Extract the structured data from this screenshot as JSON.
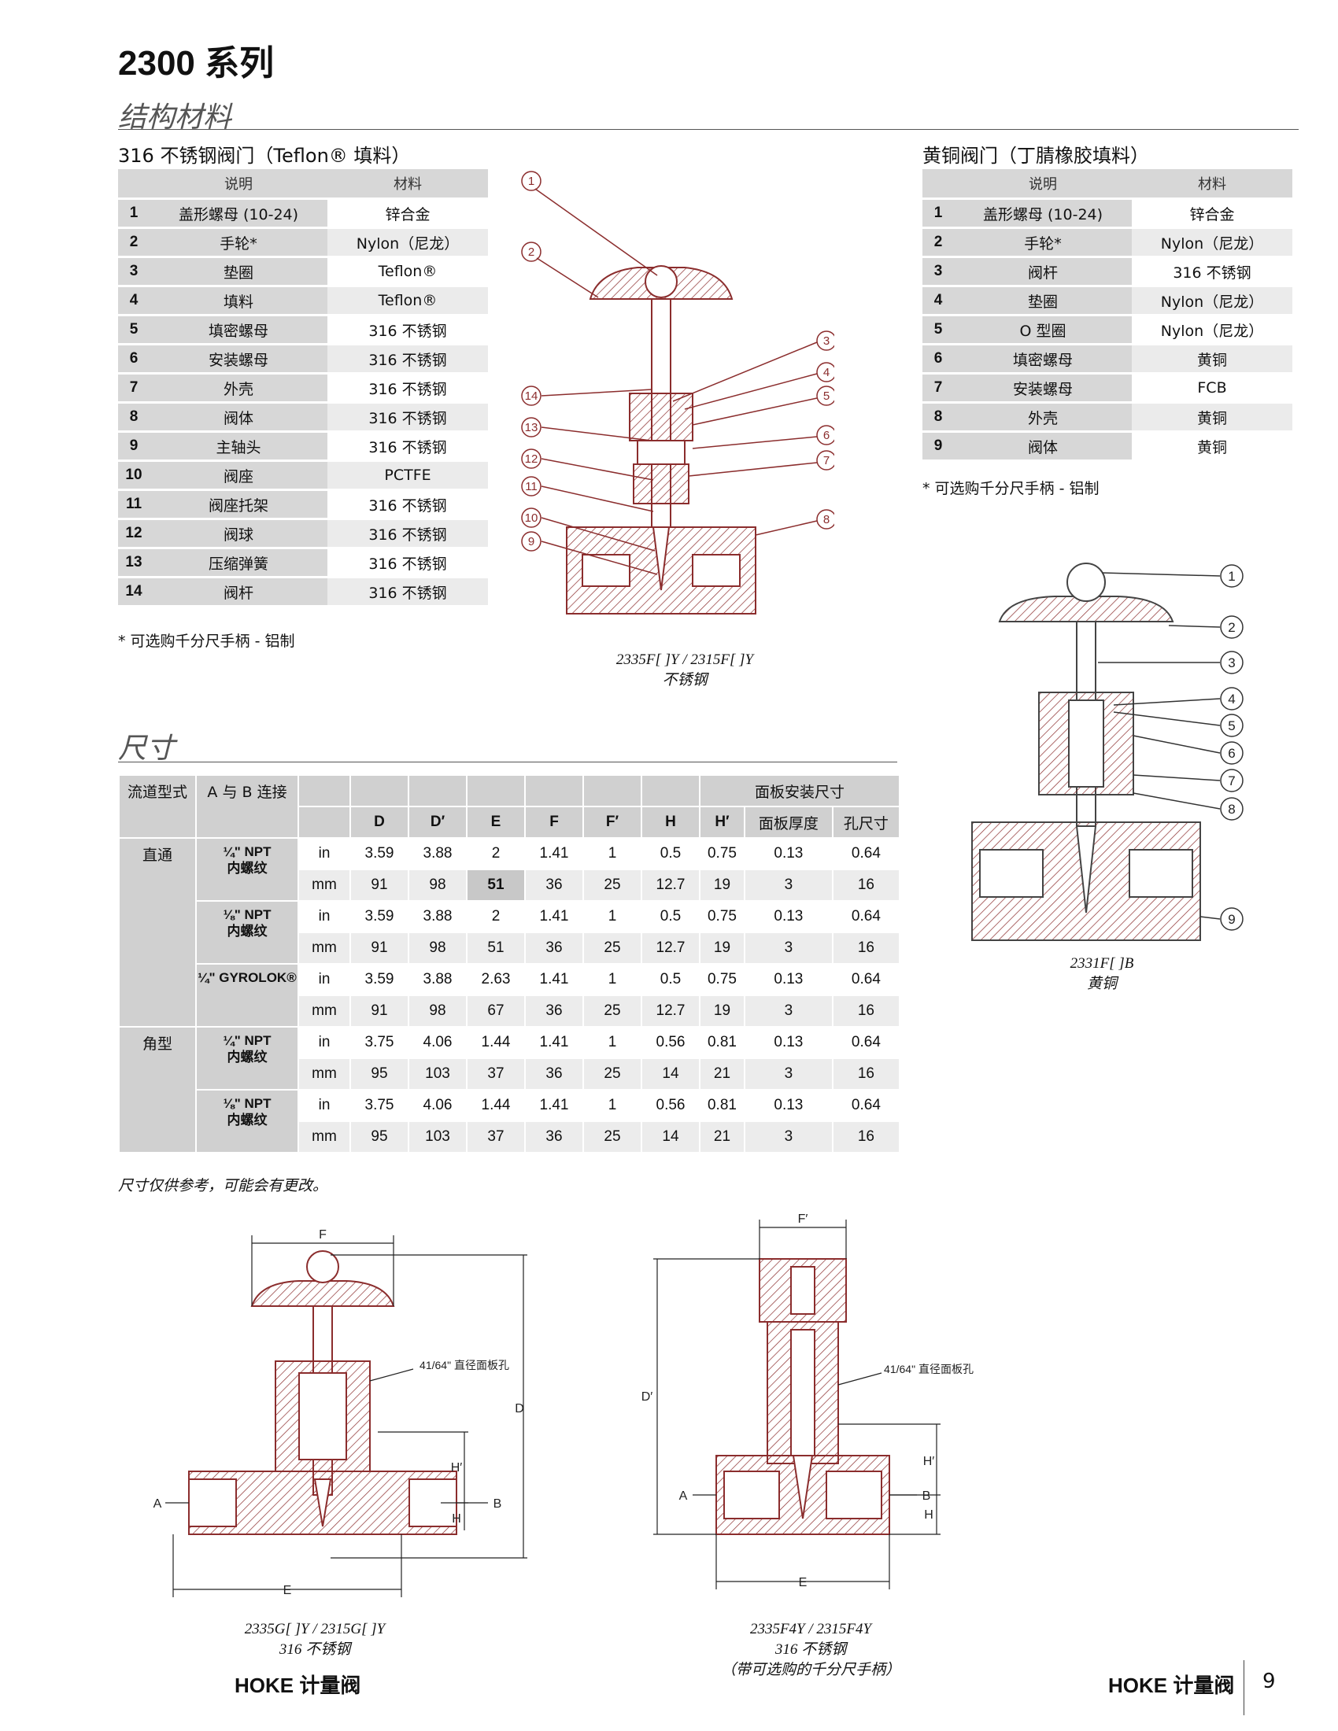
{
  "page": {
    "series_title": "2300 系列",
    "materials_heading": "结构材料",
    "dimensions_heading": "尺寸",
    "dimensions_note": "尺寸仅供参考，可能会有更改。",
    "footer_left": "HOKE 计量阀",
    "footer_right": "HOKE 计量阀",
    "page_number": "9"
  },
  "ss_table": {
    "title": "316 不锈钢阀门（Teflon® 填料）",
    "col_desc": "说明",
    "col_material": "材料",
    "rows": [
      {
        "n": "1",
        "desc": "盖形螺母 (10-24)",
        "material": "锌合金"
      },
      {
        "n": "2",
        "desc": "手轮*",
        "material": "Nylon（尼龙）"
      },
      {
        "n": "3",
        "desc": "垫圈",
        "material": "Teflon®"
      },
      {
        "n": "4",
        "desc": "填料",
        "material": "Teflon®"
      },
      {
        "n": "5",
        "desc": "填密螺母",
        "material": "316 不锈钢"
      },
      {
        "n": "6",
        "desc": "安装螺母",
        "material": "316 不锈钢"
      },
      {
        "n": "7",
        "desc": "外壳",
        "material": "316 不锈钢"
      },
      {
        "n": "8",
        "desc": "阀体",
        "material": "316 不锈钢"
      },
      {
        "n": "9",
        "desc": "主轴头",
        "material": "316 不锈钢"
      },
      {
        "n": "10",
        "desc": "阀座",
        "material": "PCTFE"
      },
      {
        "n": "11",
        "desc": "阀座托架",
        "material": "316 不锈钢"
      },
      {
        "n": "12",
        "desc": "阀球",
        "material": "316 不锈钢"
      },
      {
        "n": "13",
        "desc": "压缩弹簧",
        "material": "316 不锈钢"
      },
      {
        "n": "14",
        "desc": "阀杆",
        "material": "316 不锈钢"
      }
    ],
    "footnote": "* 可选购千分尺手柄 - 铝制"
  },
  "brass_table": {
    "title": "黄铜阀门（丁腈橡胶填料）",
    "col_desc": "说明",
    "col_material": "材料",
    "rows": [
      {
        "n": "1",
        "desc": "盖形螺母 (10-24)",
        "material": "锌合金"
      },
      {
        "n": "2",
        "desc": "手轮*",
        "material": "Nylon（尼龙）"
      },
      {
        "n": "3",
        "desc": "阀杆",
        "material": "316 不锈钢"
      },
      {
        "n": "4",
        "desc": "垫圈",
        "material": "Nylon（尼龙）"
      },
      {
        "n": "5",
        "desc": "O 型圈",
        "material": "Nylon（尼龙）"
      },
      {
        "n": "6",
        "desc": "填密螺母",
        "material": "黄铜"
      },
      {
        "n": "7",
        "desc": "安装螺母",
        "material": "FCB"
      },
      {
        "n": "8",
        "desc": "外壳",
        "material": "黄铜"
      },
      {
        "n": "9",
        "desc": "阀体",
        "material": "黄铜"
      }
    ],
    "footnote": "* 可选购千分尺手柄 - 铝制"
  },
  "figures": {
    "ss_caption_1": "2335F[ ]Y / 2315F[ ]Y",
    "ss_caption_2": "不锈钢",
    "brass_caption_1": "2331F[ ]B",
    "brass_caption_2": "黄铜",
    "dimA_caption_1": "2335G[ ]Y / 2315G[ ]Y",
    "dimA_caption_2": "316 不锈钢",
    "dimB_caption_1": "2335F4Y / 2315F4Y",
    "dimB_caption_2": "316 不锈钢",
    "dimB_caption_3": "（带可选购的千分尺手柄）",
    "panel_hole_a": "41/64\" 直径面板孔",
    "panel_hole_b": "41/64\" 直径面板孔",
    "dim_labels": {
      "F": "F",
      "D": "D",
      "H_prime": "H′",
      "H": "H",
      "A": "A",
      "B": "B",
      "E": "E",
      "F_prime": "F′",
      "D_prime": "D′"
    }
  },
  "dim_table": {
    "h_flow": "流道型式",
    "h_conn": "A 与 B 连接",
    "h_panel": "面板安装尺寸",
    "cols": [
      "D",
      "D′",
      "E",
      "F",
      "F′",
      "H",
      "H′",
      "面板厚度",
      "孔尺寸"
    ],
    "groups": [
      {
        "type": "直通",
        "connections": [
          {
            "conn": "¼\" NPT",
            "conn2": "内螺纹",
            "in": [
              "in",
              "3.59",
              "3.88",
              "2",
              "1.41",
              "1",
              "0.5",
              "0.75",
              "0.13",
              "0.64"
            ],
            "mm": [
              "mm",
              "91",
              "98",
              "51",
              "36",
              "25",
              "12.7",
              "19",
              "3",
              "16"
            ]
          },
          {
            "conn": "⅛\" NPT",
            "conn2": "内螺纹",
            "in": [
              "in",
              "3.59",
              "3.88",
              "2",
              "1.41",
              "1",
              "0.5",
              "0.75",
              "0.13",
              "0.64"
            ],
            "mm": [
              "mm",
              "91",
              "98",
              "51",
              "36",
              "25",
              "12.7",
              "19",
              "3",
              "16"
            ]
          },
          {
            "conn": "¼\" GYROLOK®",
            "conn2": "",
            "in": [
              "in",
              "3.59",
              "3.88",
              "2.63",
              "1.41",
              "1",
              "0.5",
              "0.75",
              "0.13",
              "0.64"
            ],
            "mm": [
              "mm",
              "91",
              "98",
              "67",
              "36",
              "25",
              "12.7",
              "19",
              "3",
              "16"
            ]
          }
        ]
      },
      {
        "type": "角型",
        "connections": [
          {
            "conn": "¼\" NPT",
            "conn2": "内螺纹",
            "in": [
              "in",
              "3.75",
              "4.06",
              "1.44",
              "1.41",
              "1",
              "0.56",
              "0.81",
              "0.13",
              "0.64"
            ],
            "mm": [
              "mm",
              "95",
              "103",
              "37",
              "36",
              "25",
              "14",
              "21",
              "3",
              "16"
            ]
          },
          {
            "conn": "⅛\" NPT",
            "conn2": "内螺纹",
            "in": [
              "in",
              "3.75",
              "4.06",
              "1.44",
              "1.41",
              "1",
              "0.56",
              "0.81",
              "0.13",
              "0.64"
            ],
            "mm": [
              "mm",
              "95",
              "103",
              "37",
              "36",
              "25",
              "14",
              "21",
              "3",
              "16"
            ]
          }
        ]
      }
    ]
  },
  "colors": {
    "drawing": "#8b2d2d",
    "grey_cell": "#d7d7d7",
    "light_cell": "#ececec"
  }
}
